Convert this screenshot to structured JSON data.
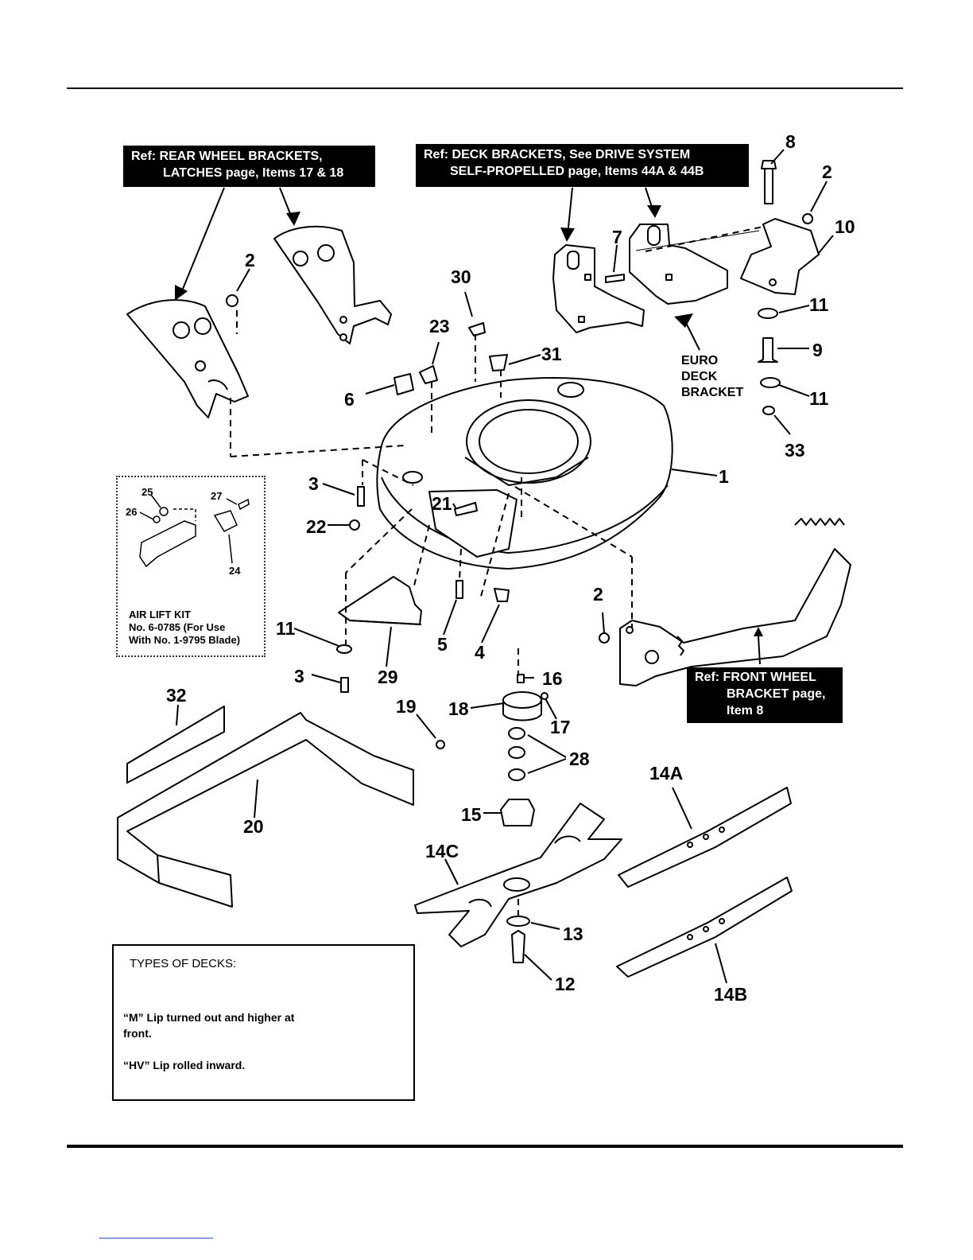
{
  "refs": {
    "rear": {
      "line1": "Ref: REAR WHEEL BRACKETS,",
      "line2": "LATCHES page, Items 17 & 18"
    },
    "deck": {
      "line1": "Ref: DECK BRACKETS, See DRIVE SYSTEM",
      "line2": "SELF-PROPELLED page, Items 44A & 44B"
    },
    "front": {
      "line1": "Ref: FRONT WHEEL",
      "line2": "BRACKET page,",
      "line3": "Item 8"
    }
  },
  "euro_label": [
    "EURO",
    "DECK",
    "BRACKET"
  ],
  "callouts": {
    "c1": "1",
    "c2a": "2",
    "c2b": "2",
    "c2c": "2",
    "c3a": "3",
    "c3b": "3",
    "c4": "4",
    "c5": "5",
    "c6": "6",
    "c7": "7",
    "c8": "8",
    "c9": "9",
    "c10": "10",
    "c11a": "11",
    "c11b": "11",
    "c11c": "11",
    "c12": "12",
    "c13": "13",
    "c14a": "14A",
    "c14b": "14B",
    "c14c": "14C",
    "c15": "15",
    "c16": "16",
    "c17": "17",
    "c18": "18",
    "c19": "19",
    "c20": "20",
    "c21": "21",
    "c22": "22",
    "c23": "23",
    "c28": "28",
    "c29": "29",
    "c30": "30",
    "c31": "31",
    "c32": "32",
    "c33": "33"
  },
  "air_lift": {
    "n25": "25",
    "n26": "26",
    "n27": "27",
    "n24": "24",
    "line1": "AIR LIFT KIT",
    "line2": "No. 6-0785 (For Use",
    "line3": "With No. 1-9795 Blade)"
  },
  "types_of_decks": {
    "title": "TYPES OF DECKS:",
    "m_line1": "“M” Lip turned out and higher at",
    "m_line2": "front.",
    "hv": "“HV” Lip rolled inward."
  },
  "colors": {
    "ink": "#000000",
    "paper": "#ffffff",
    "fill": "#ffffff"
  }
}
